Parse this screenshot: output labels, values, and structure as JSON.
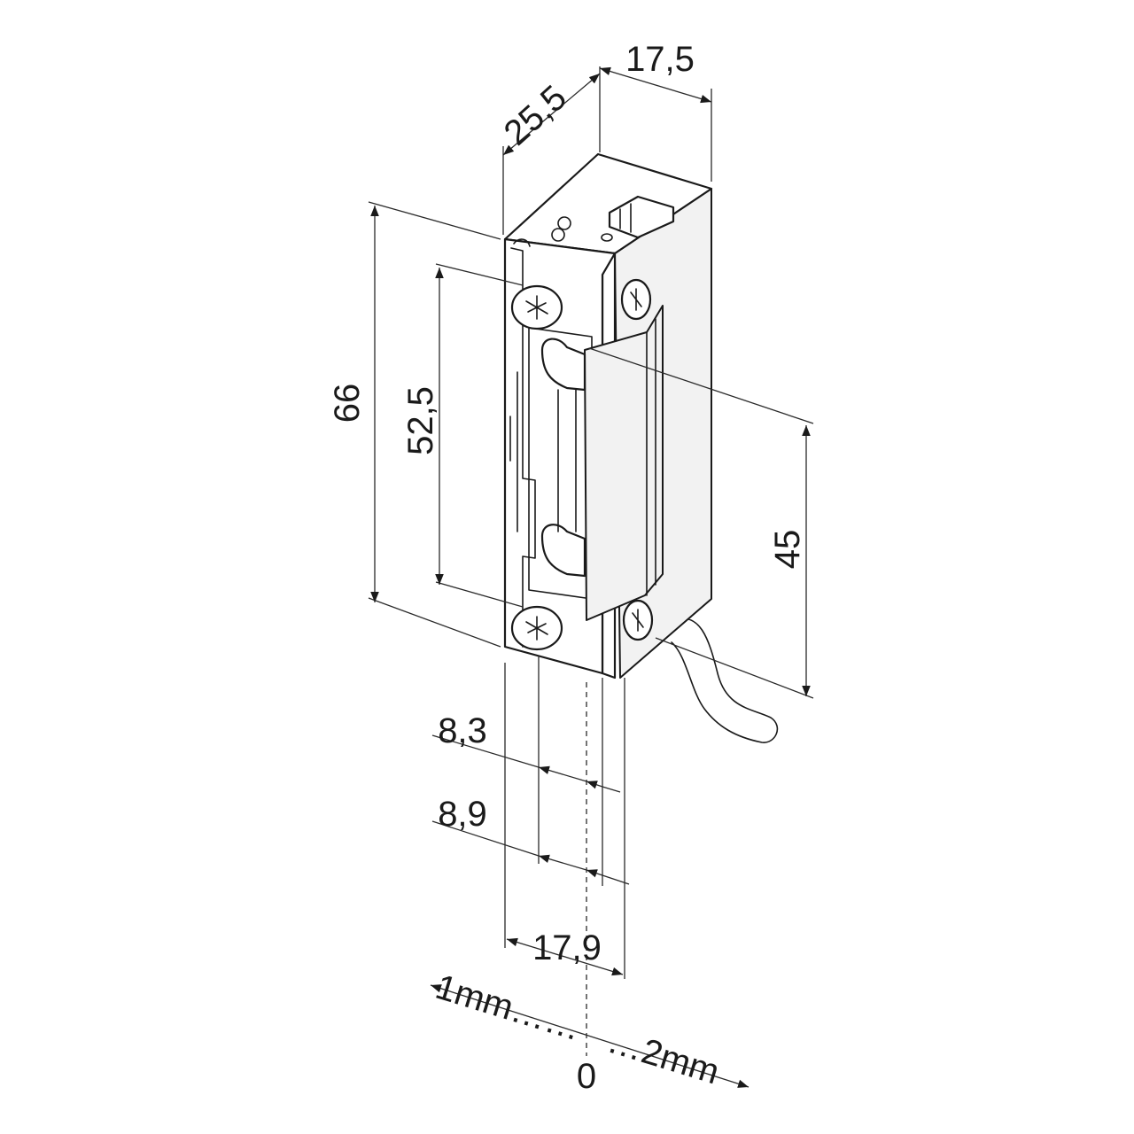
{
  "dimensions": {
    "depth": "25,5",
    "top_width": "17,5",
    "overall_height": "66",
    "screw_spacing": "52,5",
    "latch_height": "45",
    "offset_a": "8,3",
    "offset_b": "8,9",
    "faceplate_width": "17,9",
    "adjust_left": "1mm",
    "adjust_right": "2mm",
    "adjust_zero": "0"
  },
  "colors": {
    "line": "#1a1a1a",
    "background": "#ffffff"
  }
}
